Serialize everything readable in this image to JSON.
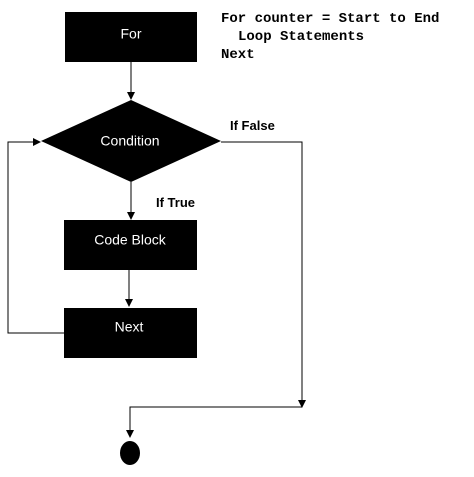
{
  "colors": {
    "node_fill": "#000000",
    "node_text": "#ffffff",
    "line": "#000000",
    "background": "#ffffff"
  },
  "code": {
    "line1": "For counter = Start to End",
    "line2": "Loop Statements",
    "line3": "Next"
  },
  "nodes": {
    "for": "For",
    "condition": "Condition",
    "code_block": "Code Block",
    "next": "Next"
  },
  "edges": {
    "if_false": "If False",
    "if_true": "If True"
  }
}
